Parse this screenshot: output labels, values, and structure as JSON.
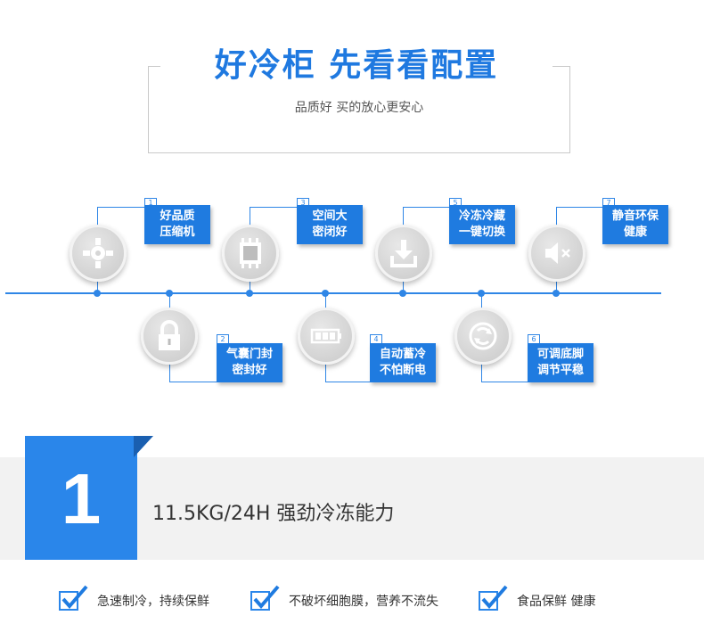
{
  "header": {
    "title": "好冷柜 先看看配置",
    "subtitle": "品质好 买的放心更安心"
  },
  "features": [
    {
      "num": "1",
      "line1": "好品质",
      "line2": "压缩机",
      "icon": "gear-icon"
    },
    {
      "num": "2",
      "line1": "气囊门封",
      "line2": "密封好",
      "icon": "lock-icon"
    },
    {
      "num": "3",
      "line1": "空间大",
      "line2": "密闭好",
      "icon": "chip-icon"
    },
    {
      "num": "4",
      "line1": "自动蓄冷",
      "line2": "不怕断电",
      "icon": "battery-icon"
    },
    {
      "num": "5",
      "line1": "冷冻冷藏",
      "line2": "一键切换",
      "icon": "download-icon"
    },
    {
      "num": "6",
      "line1": "可调底脚",
      "line2": "调节平稳",
      "icon": "refresh-icon"
    },
    {
      "num": "7",
      "line1": "静音环保",
      "line2": "健康",
      "icon": "mute-icon"
    }
  ],
  "highlight": {
    "number": "1",
    "text": "11.5KG/24H 强劲冷冻能力"
  },
  "checks": [
    {
      "text": "急速制冷，持续保鲜"
    },
    {
      "text": "不破坏细胞膜，营养不流失"
    },
    {
      "text": "食品保鲜 健康"
    }
  ],
  "colors": {
    "accent": "#1f7be0",
    "band": "#f2f2f2"
  }
}
